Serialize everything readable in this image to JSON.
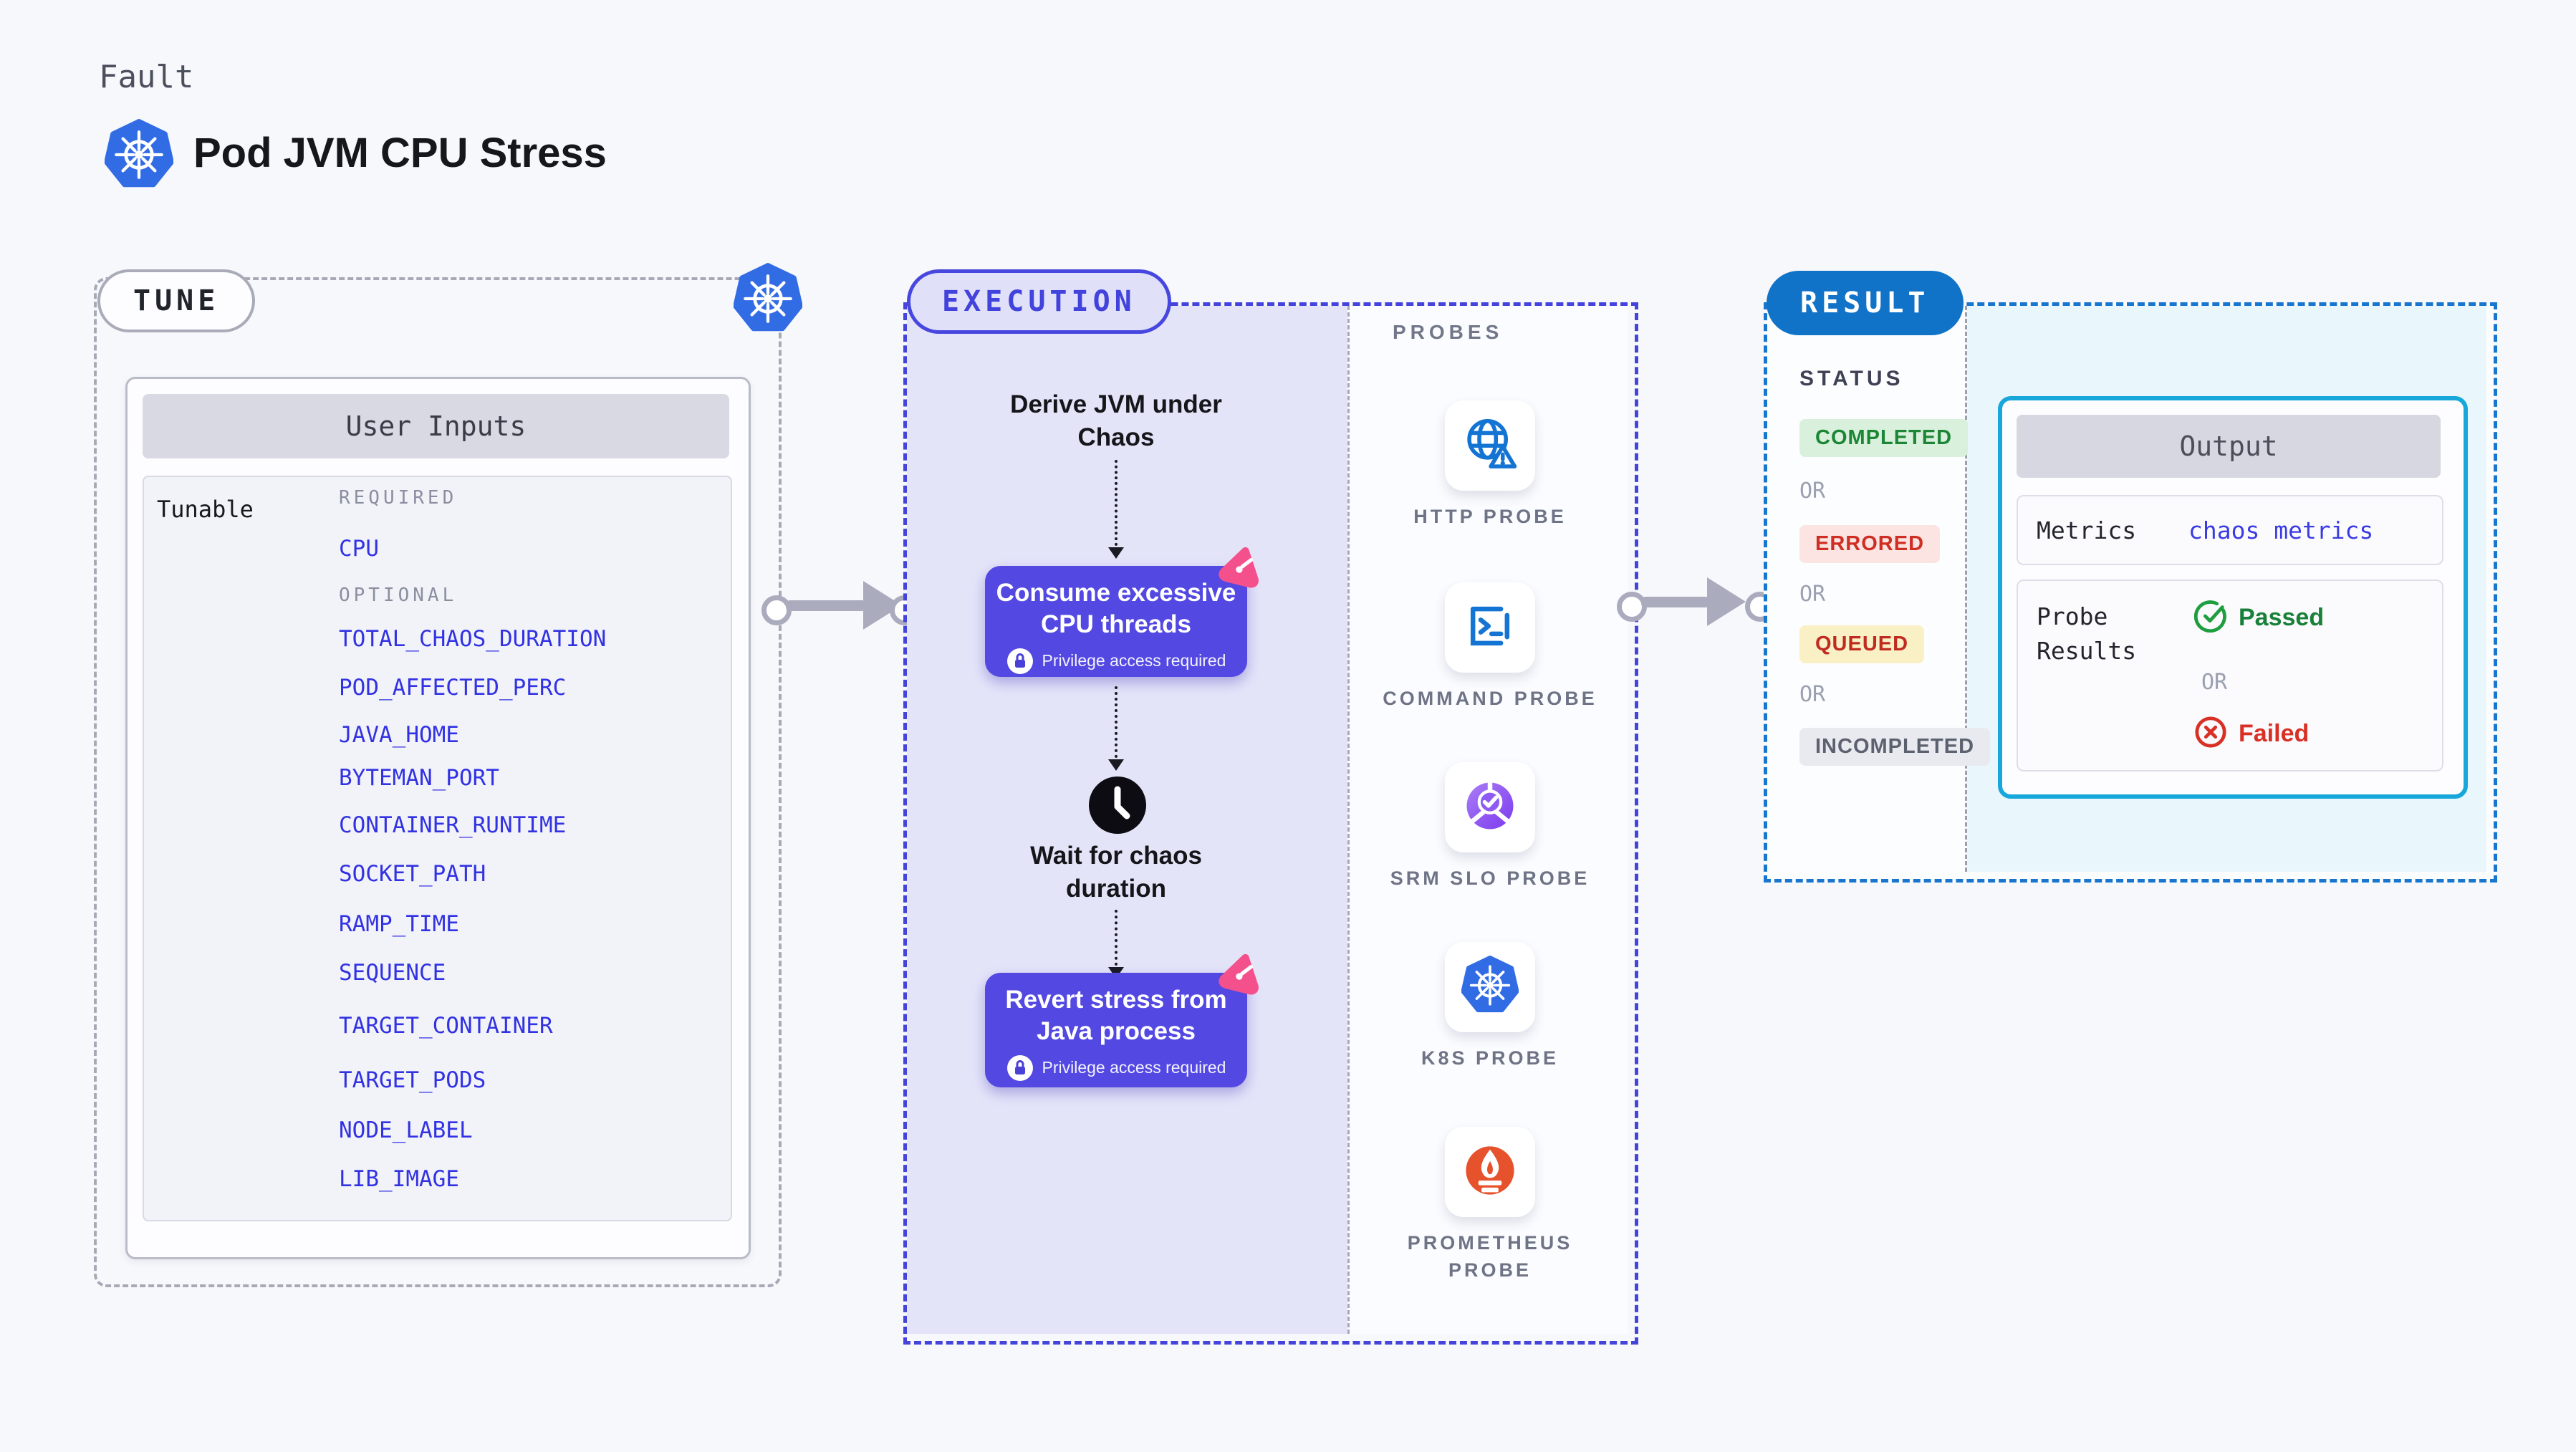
{
  "header": {
    "fault_label": "Fault",
    "title": "Pod JVM CPU Stress"
  },
  "tune": {
    "badge": "TUNE",
    "user_inputs_title": "User Inputs",
    "tunable_label": "Tunable",
    "required_label": "REQUIRED",
    "optional_label": "OPTIONAL",
    "required_params": [
      "CPU"
    ],
    "optional_params": [
      "TOTAL_CHAOS_DURATION",
      "POD_AFFECTED_PERC",
      "JAVA_HOME",
      "BYTEMAN_PORT",
      "CONTAINER_RUNTIME",
      "SOCKET_PATH",
      "RAMP_TIME",
      "SEQUENCE",
      "TARGET_CONTAINER",
      "TARGET_PODS",
      "NODE_LABEL",
      "LIB_IMAGE"
    ]
  },
  "execution": {
    "badge": "EXECUTION",
    "derive_step": "Derive JVM under Chaos",
    "consume_step": "Consume excessive CPU threads",
    "wait_step": "Wait for chaos duration",
    "revert_step": "Revert stress from Java process",
    "privilege_note": "Privilege access required"
  },
  "probes": {
    "label": "PROBES",
    "items": [
      {
        "label": "HTTP PROBE",
        "icon": "globe-warning-icon"
      },
      {
        "label": "COMMAND PROBE",
        "icon": "terminal-icon"
      },
      {
        "label": "SRM SLO PROBE",
        "icon": "slo-gauge-icon"
      },
      {
        "label": "K8S PROBE",
        "icon": "kubernetes-icon"
      },
      {
        "label": "PROMETHEUS PROBE",
        "icon": "prometheus-flame-icon"
      }
    ]
  },
  "result": {
    "badge": "RESULT",
    "status_label": "STATUS",
    "or_label": "OR",
    "statuses": [
      {
        "label": "COMPLETED",
        "text_color": "#1d8636",
        "bg_color": "#d9f1dc"
      },
      {
        "label": "ERRORED",
        "text_color": "#cf2e24",
        "bg_color": "#fbe4e1"
      },
      {
        "label": "QUEUED",
        "text_color": "#c02b20",
        "bg_color": "#faf0c6"
      },
      {
        "label": "INCOMPLETED",
        "text_color": "#5c6170",
        "bg_color": "#e9eaf0"
      }
    ],
    "output": {
      "title": "Output",
      "metrics_label": "Metrics",
      "metrics_value": "chaos metrics",
      "probe_results_label": "Probe Results",
      "passed_label": "Passed",
      "failed_label": "Failed"
    }
  },
  "colors": {
    "page_bg": "#f7f8fc",
    "param_blue": "#3232e2",
    "execution_purple": "#5348e2",
    "execution_border": "#4444dc",
    "execution_fill": "#e4e4f9",
    "result_blue": "#1173c8",
    "output_border": "#17a7db",
    "result_fill": "#e9f6fc",
    "arrow_gray": "#ababbe",
    "kubernetes_blue": "#326ce5",
    "prometheus_orange": "#e6522c",
    "chaos_pink": "#f4518c",
    "passed_green": "#188038",
    "failed_red": "#d93025"
  }
}
